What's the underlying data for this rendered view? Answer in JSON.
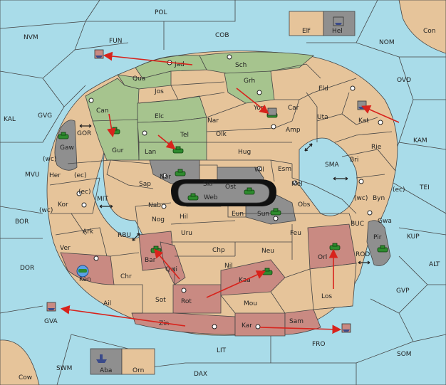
{
  "colors": {
    "sea": "#a9dce9",
    "land": "#e6c49a",
    "green_power": "#a6c48e",
    "red_power": "#c98a82",
    "grey_power": "#8f8f8f",
    "order_arrow": "#d8231c"
  },
  "sea_regions": [
    "POL",
    "NVM",
    "COB",
    "FUN",
    "NOM",
    "OVD",
    "KAL",
    "GVG",
    "GOR",
    "KAM",
    "MVU",
    "MIT",
    "SMA",
    "TEI",
    "BOR",
    "RBU",
    "BUC",
    "KUP",
    "DOR",
    "ROD",
    "ALT",
    "GVP",
    "GVA",
    "FRO",
    "SOM",
    "LIT",
    "SWM",
    "DAX"
  ],
  "corner_labels": [
    "Con",
    "Cow"
  ],
  "home_boxes": [
    "Elf",
    "Hel",
    "Aba",
    "Orn"
  ],
  "land_regions": [
    "Jad",
    "Sch",
    "Qua",
    "Jos",
    "Grh",
    "Can",
    "Elc",
    "Nar",
    "Yor",
    "Car",
    "Eld",
    "Uta",
    "Kat",
    "Gaw",
    "Gur",
    "Tel",
    "Olk",
    "Amp",
    "Lan",
    "Hug",
    "Rie",
    "Bri",
    "Wil",
    "Esm",
    "Nor",
    "Skr",
    "Ost",
    "Mel",
    "Her",
    "Sap",
    "Web",
    "Byn",
    "Kor",
    "Nab",
    "Eun",
    "Obs",
    "Sun",
    "Gwa",
    "Ark",
    "Nog",
    "Hil",
    "Pir",
    "Uru",
    "Feu",
    "Ver",
    "Chp",
    "Neu",
    "Bar",
    "Orl",
    "Qwi",
    "Nil",
    "Ken",
    "Chr",
    "Kaa",
    "Rot",
    "Los",
    "Sot",
    "Ail",
    "Mou",
    "Zin",
    "Kar",
    "Sam"
  ],
  "coast_markers": [
    "(wc)",
    "(ec)",
    "(ec)",
    "(wc)",
    "(wc)",
    "(ec)"
  ]
}
